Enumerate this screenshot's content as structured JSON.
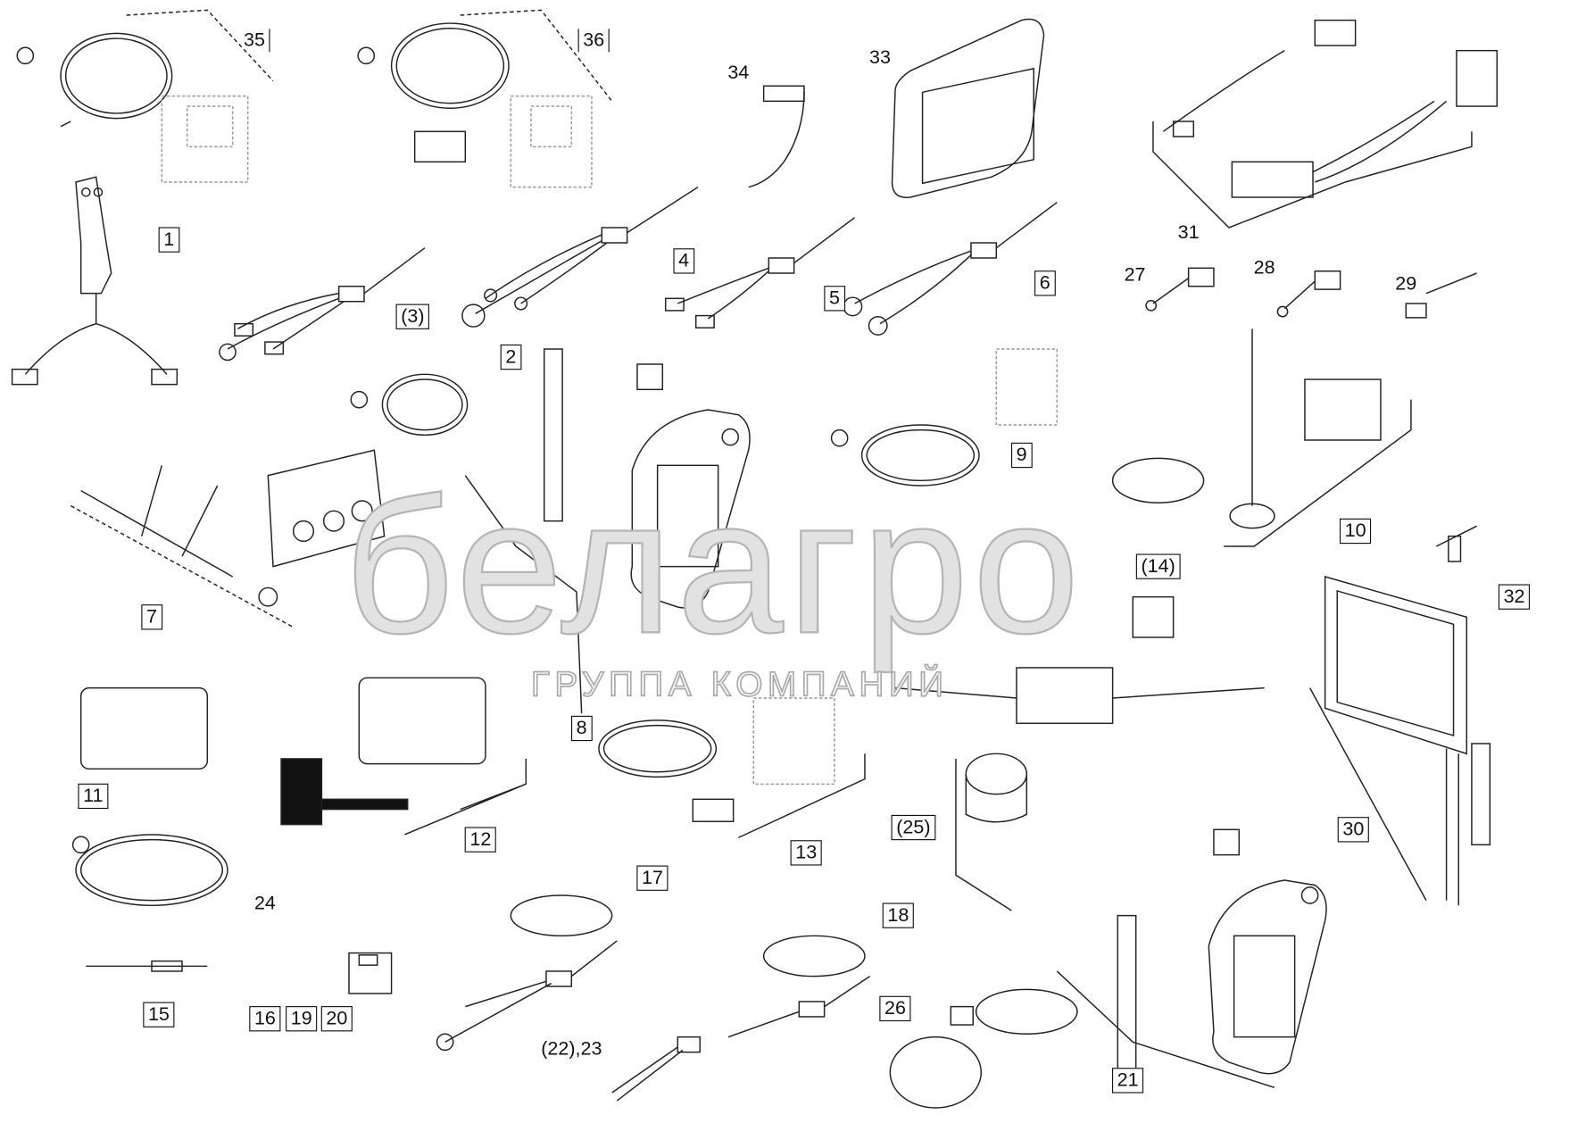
{
  "watermark": {
    "brand": "белагро",
    "subtitle": "ГРУППА КОМПАНИЙ"
  },
  "callouts": {
    "c35": "35",
    "c36": "36",
    "c34": "34",
    "c33": "33",
    "c31": "31",
    "c1": "1",
    "c3": "(3)",
    "c4": "4",
    "c5": "5",
    "c6": "6",
    "c27": "27",
    "c28": "28",
    "c29": "29",
    "c2": "2",
    "c9": "9",
    "c10": "10",
    "c32": "32",
    "c14": "(14)",
    "c7": "7",
    "c8": "8",
    "c11": "11",
    "c12": "12",
    "c13": "13",
    "c30": "30",
    "c25": "(25)",
    "c24": "24",
    "c17": "17",
    "c18": "18",
    "c15": "15",
    "c16": "16",
    "c19": "19",
    "c20": "20",
    "c26": "26",
    "c22_23": "(22),23",
    "c21": "21"
  }
}
